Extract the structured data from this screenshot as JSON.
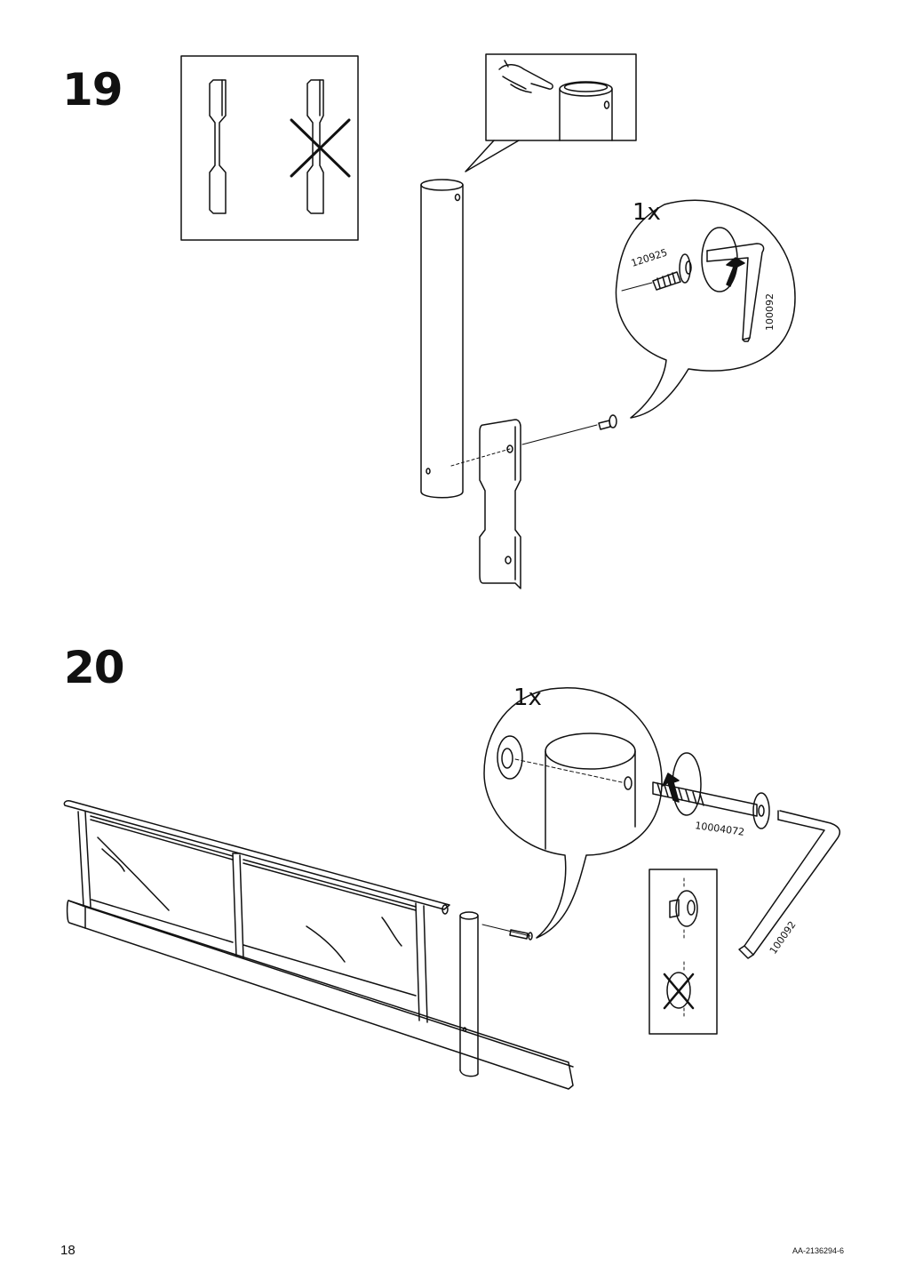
{
  "page": {
    "number": "18",
    "doc_id": "AA-2136294-6"
  },
  "step19": {
    "number": "19",
    "quantity": "1x",
    "screw_part": "120925",
    "key_part": "100092"
  },
  "step20": {
    "number": "20",
    "quantity": "1x",
    "bolt_part": "10004072",
    "key_part": "100092"
  },
  "colors": {
    "line": "#111111",
    "background": "#ffffff"
  }
}
